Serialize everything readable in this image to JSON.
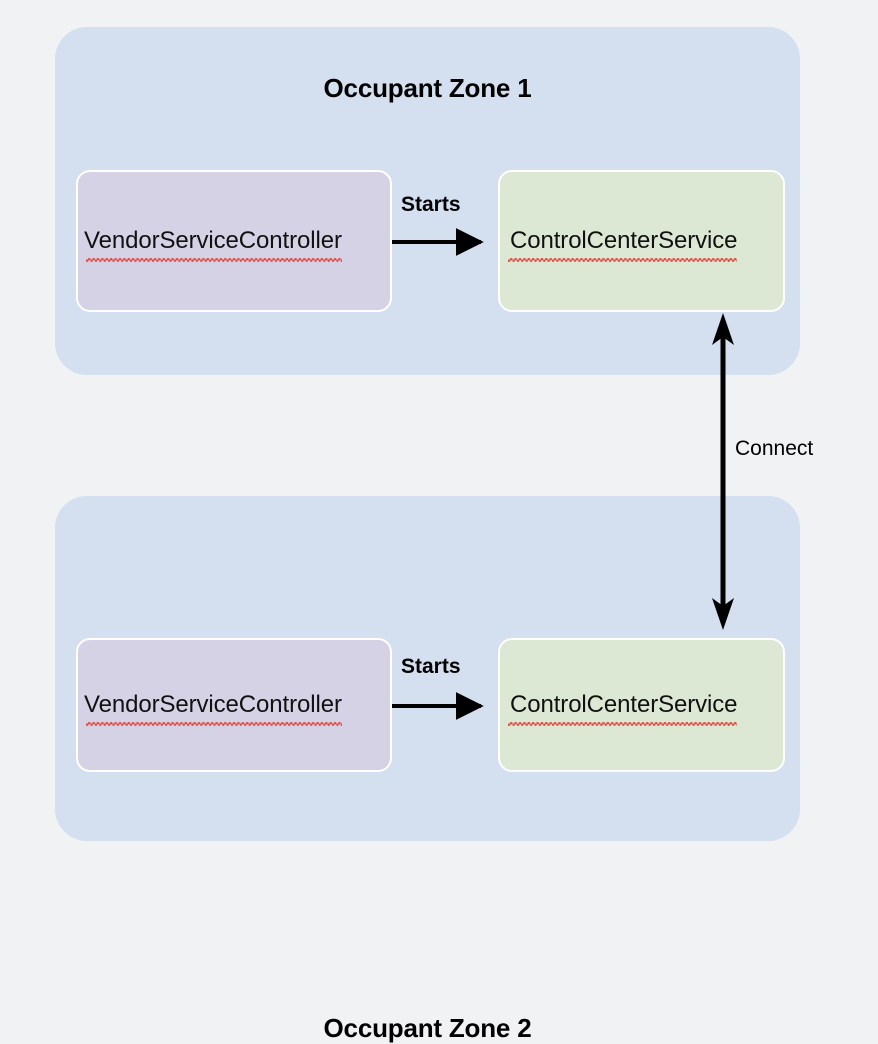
{
  "diagram": {
    "type": "architecture-block-diagram",
    "background_color": "#f1f2f4",
    "zones": [
      {
        "id": "zone-1",
        "title": "Occupant Zone 1",
        "color": "#d4dfef",
        "nodes": [
          {
            "id": "vendor-service-controller-1",
            "label": "VendorServiceController",
            "color": "#d6d2e6",
            "spellcheck_underline": true
          },
          {
            "id": "control-center-service-1",
            "label": "ControlCenterService",
            "color": "#dde8d4",
            "spellcheck_underline": true
          }
        ],
        "edge": {
          "label": "Starts",
          "from": "vendor-service-controller-1",
          "to": "control-center-service-1",
          "direction": "right"
        }
      },
      {
        "id": "zone-2",
        "title": "Occupant Zone 2",
        "color": "#d4dfef",
        "nodes": [
          {
            "id": "vendor-service-controller-2",
            "label": "VendorServiceController",
            "color": "#d6d2e6",
            "spellcheck_underline": true
          },
          {
            "id": "control-center-service-2",
            "label": "ControlCenterService",
            "color": "#dde8d4",
            "spellcheck_underline": true
          }
        ],
        "edge": {
          "label": "Starts",
          "from": "vendor-service-controller-2",
          "to": "control-center-service-2",
          "direction": "right"
        }
      }
    ],
    "cross_zone_edge": {
      "label": "Connect",
      "from": "control-center-service-1",
      "to": "control-center-service-2",
      "direction": "bidirectional",
      "color": "#000000"
    }
  }
}
